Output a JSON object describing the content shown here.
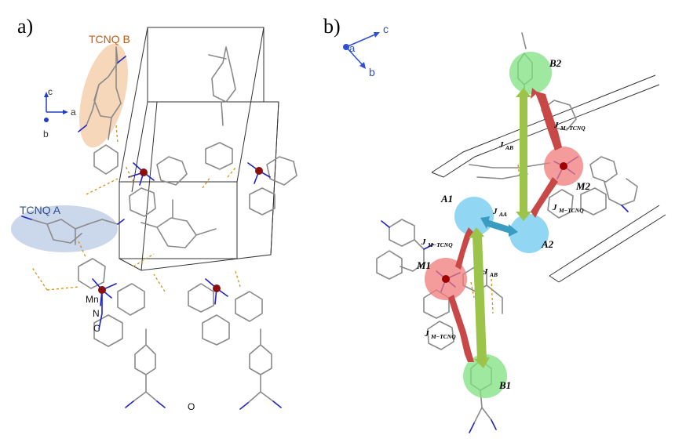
{
  "panel_a": {
    "label": "a)",
    "tcnq_b_label": "TCNQ B",
    "tcnq_a_label": "TCNQ A",
    "axis_c": "c",
    "axis_a": "a",
    "axis_b": "b",
    "atom_mn": "Mn",
    "atom_n": "N",
    "atom_c": "C",
    "atom_o": "O",
    "highlight_colors": {
      "tcnq_b": "#f3c9a2",
      "tcnq_a": "#b9c9e4"
    }
  },
  "panel_b": {
    "label": "b)",
    "axis_c": "c",
    "axis_a": "a",
    "axis_b": "b",
    "nodes": {
      "b2": "B2",
      "m2": "M2",
      "a1": "A1",
      "a2": "A2",
      "m1": "M1",
      "b1": "B1"
    },
    "couplings": {
      "j_m_tcnq": "J",
      "j_m_tcnq_sub": "M−TCNQ",
      "j_ab": "J",
      "j_ab_sub": "AB",
      "j_aa": "J",
      "j_aa_sub": "AA"
    },
    "colors": {
      "tcnq_b": "#7fe07f",
      "tcnq_a": "#6cc8ef",
      "metal": "#f07a7a",
      "arrow_m_tcnq": "#c84848",
      "arrow_ab": "#9cc44a",
      "arrow_aa": "#3a9cc0"
    }
  }
}
